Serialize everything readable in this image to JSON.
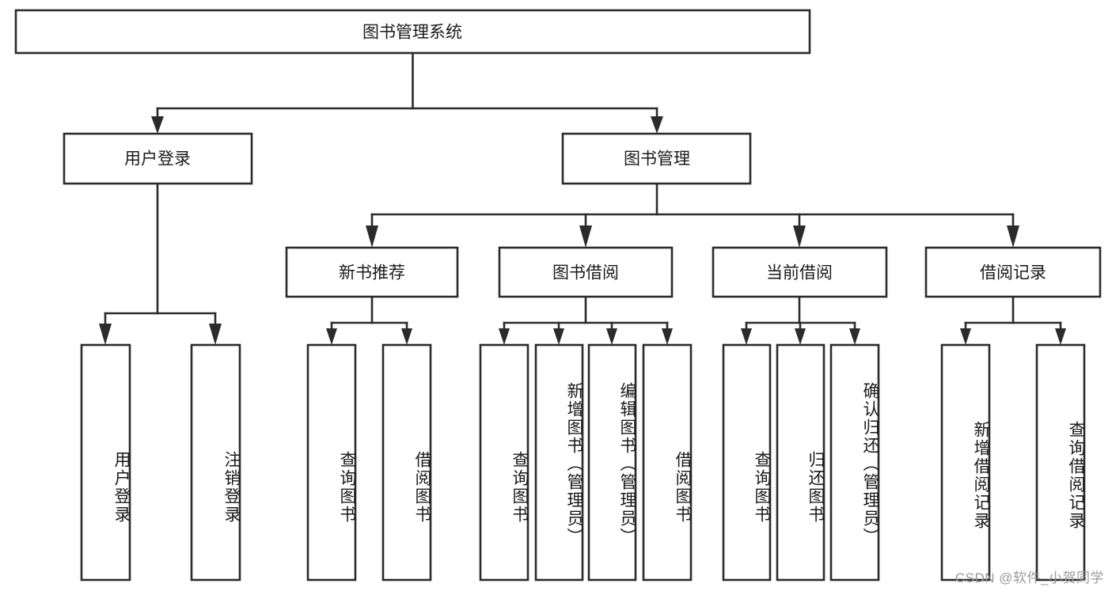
{
  "diagram": {
    "title": "图书管理系统",
    "watermark": "CSDN @软件_小贺同学",
    "root": {
      "id": "root",
      "label": "图书管理系统"
    },
    "level2": [
      {
        "id": "user-login",
        "label": "用户登录"
      },
      {
        "id": "book-management",
        "label": "图书管理"
      }
    ],
    "level3": [
      {
        "id": "new-book-recommend",
        "label": "新书推荐",
        "parent": "book-management"
      },
      {
        "id": "book-borrow",
        "label": "图书借阅",
        "parent": "book-management"
      },
      {
        "id": "current-borrow",
        "label": "当前借阅",
        "parent": "book-management"
      },
      {
        "id": "borrow-record",
        "label": "借阅记录",
        "parent": "book-management"
      }
    ],
    "leaves": [
      {
        "id": "leaf-user-login",
        "label": "用户登录",
        "parent": "user-login"
      },
      {
        "id": "leaf-logout-login",
        "label": "注销登录",
        "parent": "user-login"
      },
      {
        "id": "leaf-query-book-1",
        "label": "查询图书",
        "parent": "new-book-recommend"
      },
      {
        "id": "leaf-borrow-book-1",
        "label": "借阅图书",
        "parent": "new-book-recommend"
      },
      {
        "id": "leaf-query-book-2",
        "label": "查询图书",
        "parent": "book-borrow"
      },
      {
        "id": "leaf-add-book-admin",
        "label": "新增图书（管理员）",
        "parent": "book-borrow"
      },
      {
        "id": "leaf-edit-book-admin",
        "label": "编辑图书（管理员）",
        "parent": "book-borrow"
      },
      {
        "id": "leaf-borrow-book-2",
        "label": "借阅图书",
        "parent": "book-borrow"
      },
      {
        "id": "leaf-query-book-3",
        "label": "查询图书",
        "parent": "current-borrow"
      },
      {
        "id": "leaf-return-book",
        "label": "归还图书",
        "parent": "current-borrow"
      },
      {
        "id": "leaf-confirm-return-admin",
        "label": "确认归还（管理员）",
        "parent": "current-borrow"
      },
      {
        "id": "leaf-add-borrow-record",
        "label": "新增借阅记录",
        "parent": "borrow-record"
      },
      {
        "id": "leaf-query-borrow-record",
        "label": "查询借阅记录",
        "parent": "borrow-record"
      }
    ]
  }
}
